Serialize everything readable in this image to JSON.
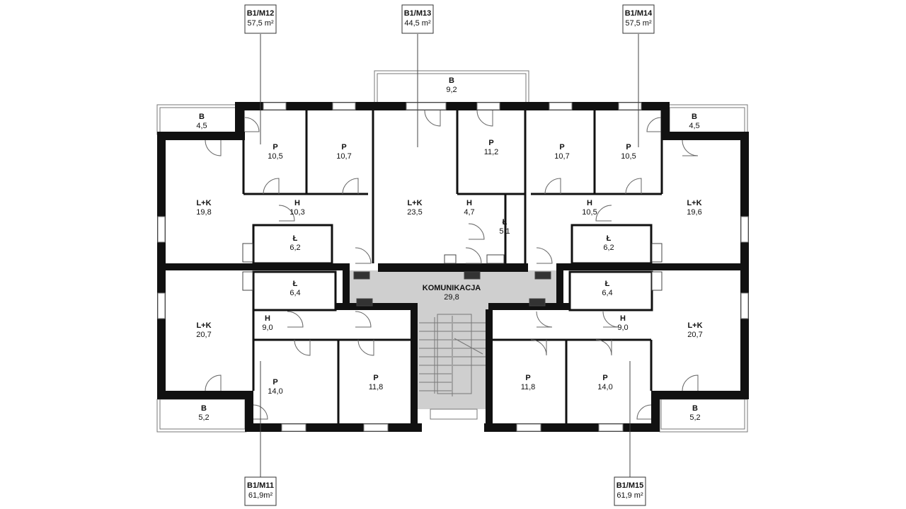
{
  "units": [
    {
      "id": "B1/M12",
      "area": "57,5 m²"
    },
    {
      "id": "B1/M13",
      "area": "44,5 m²"
    },
    {
      "id": "B1/M14",
      "area": "57,5 m²"
    },
    {
      "id": "B1/M11",
      "area": "61,9m²"
    },
    {
      "id": "B1/M15",
      "area": "61,9 m²"
    }
  ],
  "rooms": [
    {
      "name": "B",
      "area": "9,2"
    },
    {
      "name": "B",
      "area": "4,5"
    },
    {
      "name": "B",
      "area": "4,5"
    },
    {
      "name": "P",
      "area": "10,5"
    },
    {
      "name": "P",
      "area": "10,7"
    },
    {
      "name": "P",
      "area": "11,2"
    },
    {
      "name": "P",
      "area": "10,7"
    },
    {
      "name": "P",
      "area": "10,5"
    },
    {
      "name": "L+K",
      "area": "19,8"
    },
    {
      "name": "H",
      "area": "10,3"
    },
    {
      "name": "L+K",
      "area": "23,5"
    },
    {
      "name": "H",
      "area": "4,7"
    },
    {
      "name": "H",
      "area": "10,5"
    },
    {
      "name": "L+K",
      "area": "19,6"
    },
    {
      "name": "Ł",
      "area": "5,1"
    },
    {
      "name": "Ł",
      "area": "6,2"
    },
    {
      "name": "Ł",
      "area": "6,2"
    },
    {
      "name": "KOMUNIKACJA",
      "area": "29,8"
    },
    {
      "name": "Ł",
      "area": "6,4"
    },
    {
      "name": "Ł",
      "area": "6,4"
    },
    {
      "name": "H",
      "area": "9,0"
    },
    {
      "name": "H",
      "area": "9,0"
    },
    {
      "name": "L+K",
      "area": "20,7"
    },
    {
      "name": "L+K",
      "area": "20,7"
    },
    {
      "name": "P",
      "area": "14,0"
    },
    {
      "name": "P",
      "area": "11,8"
    },
    {
      "name": "P",
      "area": "11,8"
    },
    {
      "name": "P",
      "area": "14,0"
    },
    {
      "name": "B",
      "area": "5,2"
    },
    {
      "name": "B",
      "area": "5,2"
    }
  ]
}
